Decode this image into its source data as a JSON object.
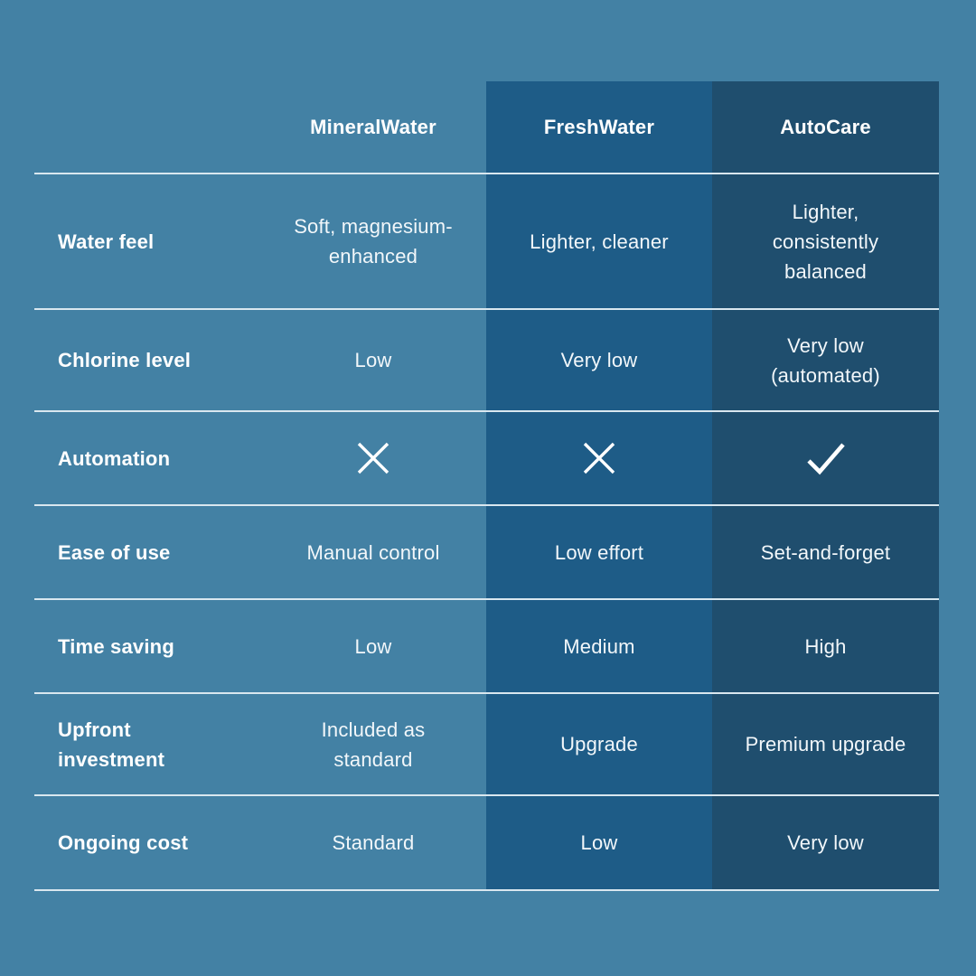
{
  "colors": {
    "page_bg": "#4381A4",
    "freshwater_col_bg": "#1E5C87",
    "autocare_col_bg": "#1F4E6E",
    "divider": "#D9E7EF",
    "heading_text": "#FFFFFF",
    "cell_text": "#F2F7FA"
  },
  "chart_data": {
    "type": "table",
    "columns": [
      "",
      "MineralWater",
      "FreshWater",
      "AutoCare"
    ],
    "rows": [
      {
        "label": "Water feel",
        "cells": [
          "Soft, magnesium-\nenhanced",
          "Lighter, cleaner",
          "Lighter,\nconsistently\nbalanced"
        ]
      },
      {
        "label": "Chlorine level",
        "cells": [
          "Low",
          "Very low",
          "Very low\n(automated)"
        ]
      },
      {
        "label": "Automation",
        "cells": [
          "cross-icon",
          "cross-icon",
          "check-icon"
        ],
        "cell_type": "icon"
      },
      {
        "label": "Ease of use",
        "cells": [
          "Manual control",
          "Low effort",
          "Set-and-forget"
        ]
      },
      {
        "label": "Time saving",
        "cells": [
          "Low",
          "Medium",
          "High"
        ]
      },
      {
        "label": "Upfront\ninvestment",
        "cells": [
          "Included as\nstandard",
          "Upgrade",
          "Premium upgrade"
        ]
      },
      {
        "label": "Ongoing cost",
        "cells": [
          "Standard",
          "Low",
          "Very low"
        ]
      }
    ],
    "layout_hints": {
      "highlighted_columns": [
        "FreshWater",
        "AutoCare"
      ],
      "grid": "horizontal dividers only",
      "legend": "none"
    }
  }
}
